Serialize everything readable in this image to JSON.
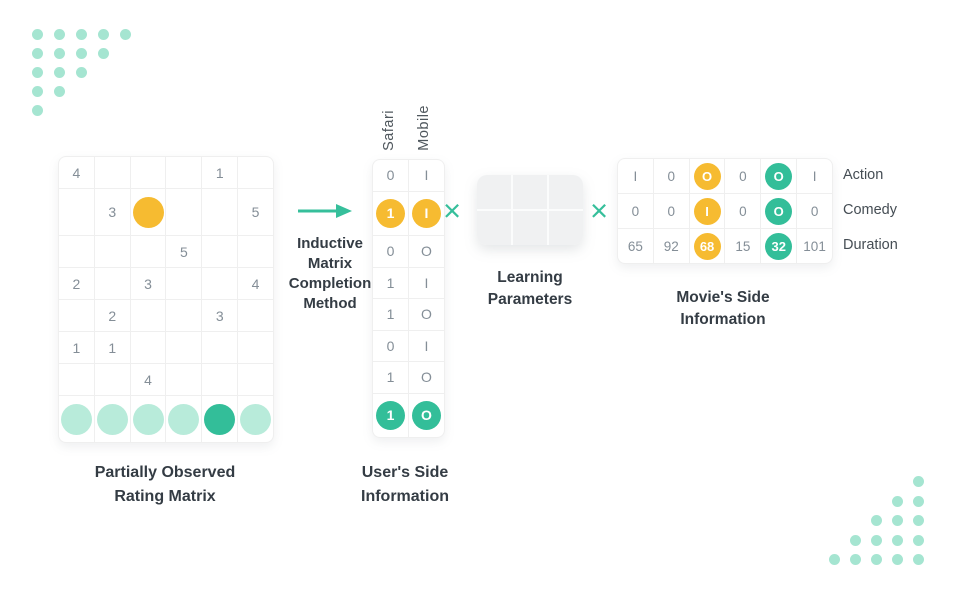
{
  "colors": {
    "accent_teal": "#36BF9B",
    "circle_teal": "#33BE99",
    "circle_teal_light": "#B8EBDA",
    "circle_yellow": "#F6BB31",
    "number_gray": "#848E97",
    "text_dark": "#343C44",
    "grid_line": "#EFEFEF",
    "param_fill": "#F0F1F2",
    "decor_dot": "#A5E5D1"
  },
  "operators": {
    "times": "×"
  },
  "decor": {
    "top_left_rows": [
      5,
      4,
      3,
      2,
      1
    ],
    "bottom_right_rows": [
      1,
      2,
      3,
      4,
      5
    ]
  },
  "rating_matrix": {
    "label": [
      "Partially Observed",
      "Rating Matrix"
    ],
    "cols": 6,
    "cells": [
      [
        "4",
        "",
        "",
        "",
        "1",
        ""
      ],
      [
        "",
        "3",
        {
          "c": "yellow"
        },
        "",
        "",
        "5"
      ],
      [
        "",
        "",
        "",
        "5",
        "",
        ""
      ],
      [
        "2",
        "",
        "3",
        "",
        "",
        "4"
      ],
      [
        "",
        "2",
        "",
        "",
        "3",
        ""
      ],
      [
        "1",
        "1",
        "",
        "",
        "",
        ""
      ],
      [
        "",
        "",
        "4",
        "",
        "",
        ""
      ],
      [
        {
          "c": "teal_light"
        },
        {
          "c": "teal_light"
        },
        {
          "c": "teal_light"
        },
        {
          "c": "teal_light"
        },
        {
          "c": "teal"
        },
        {
          "c": "teal_light"
        }
      ]
    ]
  },
  "method": {
    "label": [
      "Inductive",
      "Matrix",
      "Completion",
      "Method"
    ]
  },
  "user_matrix": {
    "headers": [
      "Safari",
      "Mobile"
    ],
    "label": [
      "User's Side",
      "Information"
    ],
    "cols": 2,
    "cells": [
      [
        "0",
        "I"
      ],
      [
        {
          "c": "yellow",
          "v": "1"
        },
        {
          "c": "yellow",
          "v": "I"
        }
      ],
      [
        "0",
        "O"
      ],
      [
        "1",
        "I"
      ],
      [
        "1",
        "O"
      ],
      [
        "0",
        "I"
      ],
      [
        "1",
        "O"
      ],
      [
        {
          "c": "teal",
          "v": "1"
        },
        {
          "c": "teal",
          "v": "O"
        }
      ]
    ]
  },
  "learning": {
    "label": [
      "Learning",
      "Parameters"
    ],
    "cols": 3,
    "rows": 2
  },
  "movie_matrix": {
    "label": [
      "Movie's Side",
      "Information"
    ],
    "row_labels": [
      "Action",
      "Comedy",
      "Duration"
    ],
    "cols": 6,
    "cells": [
      [
        "I",
        "0",
        {
          "c": "yellow",
          "v": "O"
        },
        "0",
        {
          "c": "teal",
          "v": "O"
        },
        "I"
      ],
      [
        "0",
        "0",
        {
          "c": "yellow",
          "v": "I"
        },
        "0",
        {
          "c": "teal",
          "v": "O"
        },
        "0"
      ],
      [
        "65",
        "92",
        {
          "c": "yellow",
          "v": "68"
        },
        "15",
        {
          "c": "teal",
          "v": "32"
        },
        "101"
      ]
    ]
  }
}
